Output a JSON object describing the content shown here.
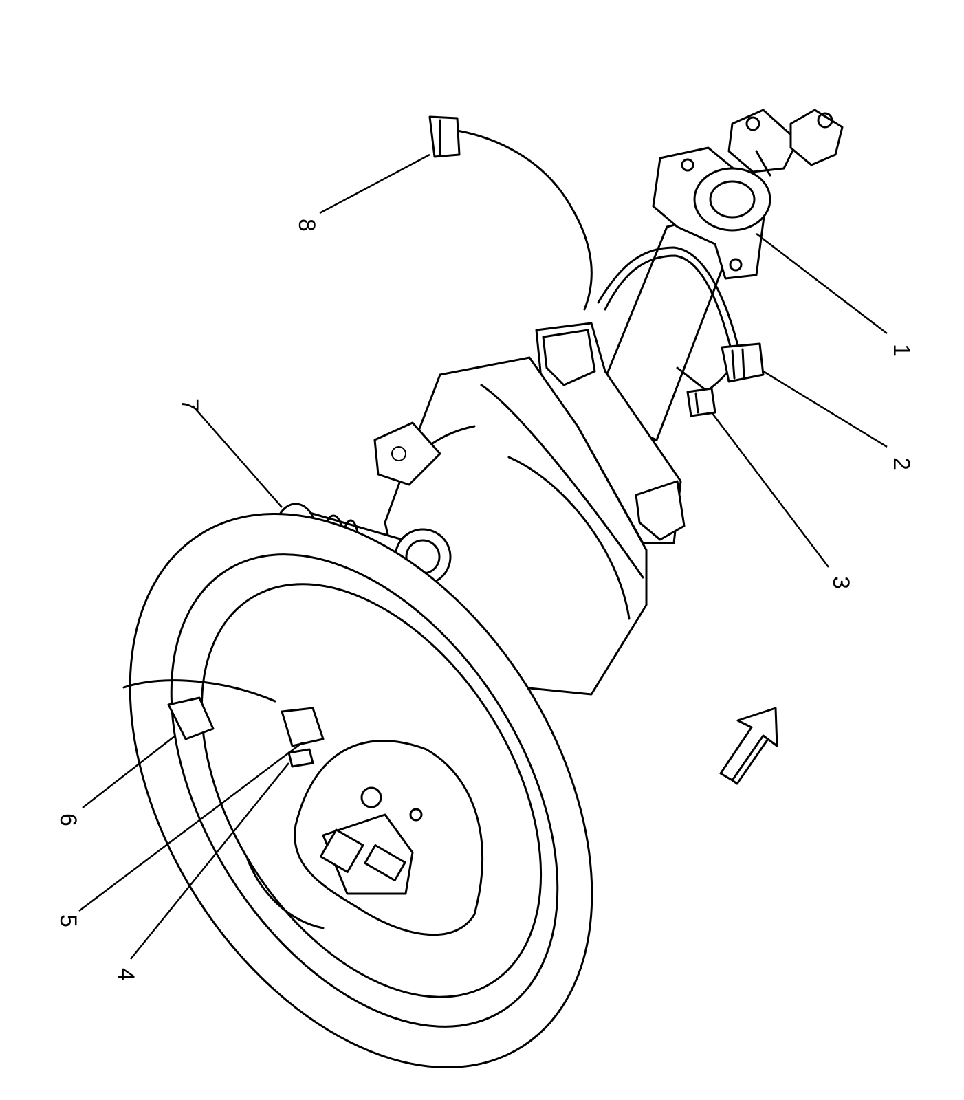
{
  "callouts": [
    {
      "id": "1",
      "label": "1"
    },
    {
      "id": "2",
      "label": "2"
    },
    {
      "id": "3",
      "label": "3"
    },
    {
      "id": "4",
      "label": "4"
    },
    {
      "id": "5",
      "label": "5"
    },
    {
      "id": "6",
      "label": "6"
    },
    {
      "id": "7",
      "label": "7"
    },
    {
      "id": "8",
      "label": "8"
    }
  ],
  "orientation_arrow_icon": "arrow-up-right-icon",
  "colors": {
    "ink": "#000000",
    "background": "#ffffff"
  }
}
